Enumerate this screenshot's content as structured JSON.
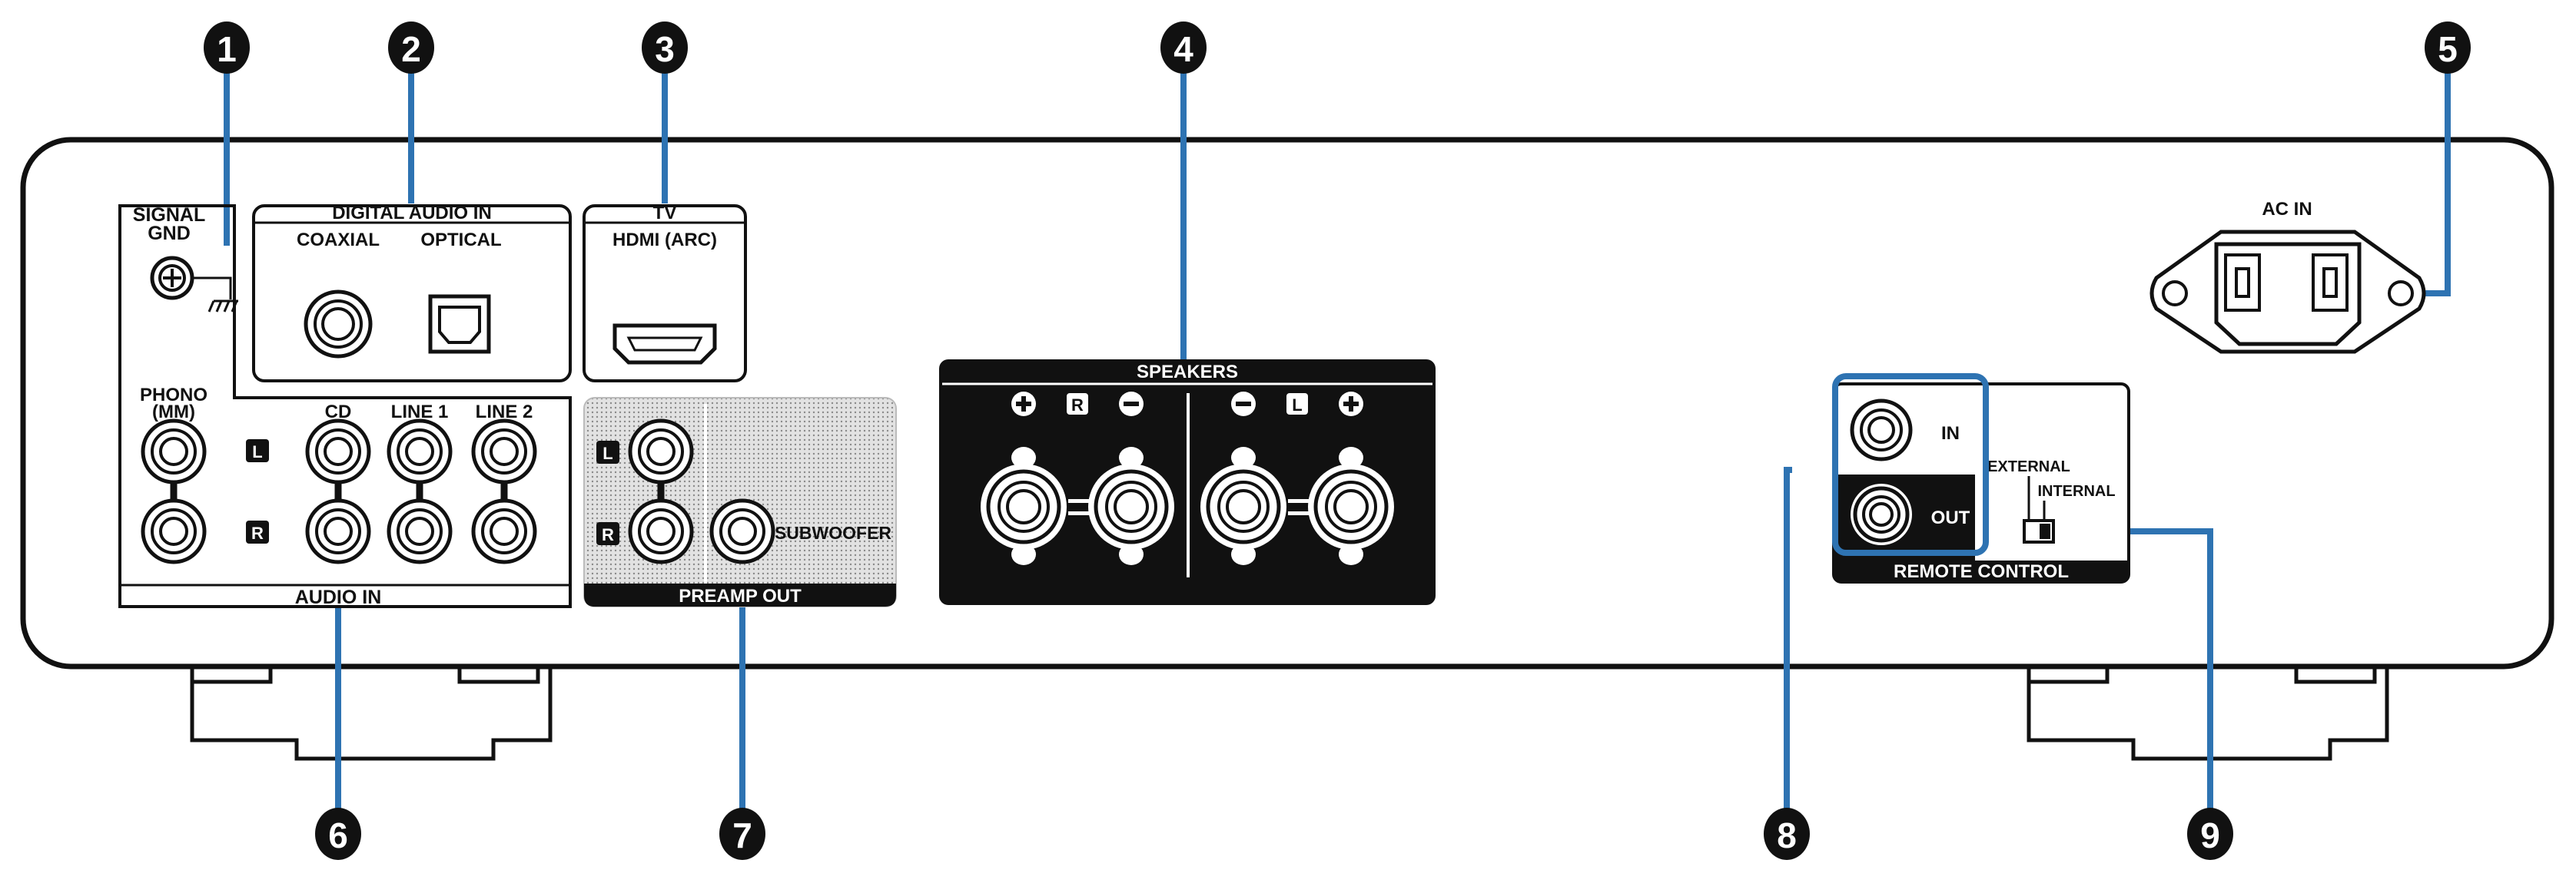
{
  "callouts": [
    "1",
    "2",
    "3",
    "4",
    "5",
    "6",
    "7",
    "8",
    "9"
  ],
  "labels": {
    "signal_gnd_line1": "SIGNAL",
    "signal_gnd_line2": "GND",
    "digital_audio_in": "DIGITAL AUDIO IN",
    "coaxial": "COAXIAL",
    "optical": "OPTICAL",
    "tv": "TV",
    "hdmi_arc": "HDMI (ARC)",
    "phono_line1": "PHONO",
    "phono_line2": "(MM)",
    "cd": "CD",
    "line1": "LINE 1",
    "line2": "LINE 2",
    "channel_l": "L",
    "channel_r": "R",
    "audio_in": "AUDIO IN",
    "subwoofer": "SUBWOOFER",
    "preamp_out": "PREAMP OUT",
    "speakers": "SPEAKERS",
    "plus": "+",
    "minus": "−",
    "remote_in": "IN",
    "remote_out": "OUT",
    "external": "EXTERNAL",
    "internal": "INTERNAL",
    "remote_control": "REMOTE CONTROL",
    "ac_in": "AC IN"
  },
  "colors": {
    "outline": "#111111",
    "callout_line": "#2e73b2",
    "callout_badge": "#111111",
    "dark_panel": "#111111",
    "dotted_panel": "#c8c8c8",
    "background": "#ffffff"
  },
  "icons": [
    "ground-screw-icon",
    "ground-symbol-icon",
    "coaxial-jack-icon",
    "optical-jack-icon",
    "hdmi-port-icon",
    "rca-jack-icon",
    "speaker-terminal-icon",
    "ac-inlet-icon",
    "slide-switch-icon"
  ]
}
